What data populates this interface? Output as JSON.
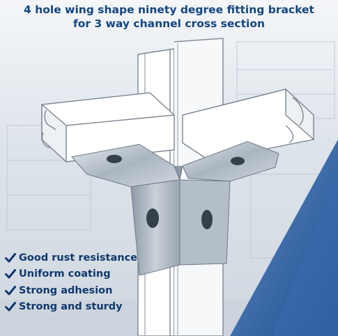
{
  "header": {
    "title_line1": "4 hole wing shape ninety degree fitting bracket",
    "title_line2": "for 3 way channel cross section"
  },
  "features": [
    {
      "label": "Good rust resistance",
      "icon": "checkmark-icon"
    },
    {
      "label": "Uniform coating",
      "icon": "checkmark-icon"
    },
    {
      "label": "Strong adhesion",
      "icon": "checkmark-icon"
    },
    {
      "label": "Strong and sturdy",
      "icon": "checkmark-icon"
    }
  ],
  "colors": {
    "title": "#14457e",
    "feature_text": "#10386c",
    "accent_blue": "#2f63a6",
    "steel": "#b9c3cc"
  }
}
